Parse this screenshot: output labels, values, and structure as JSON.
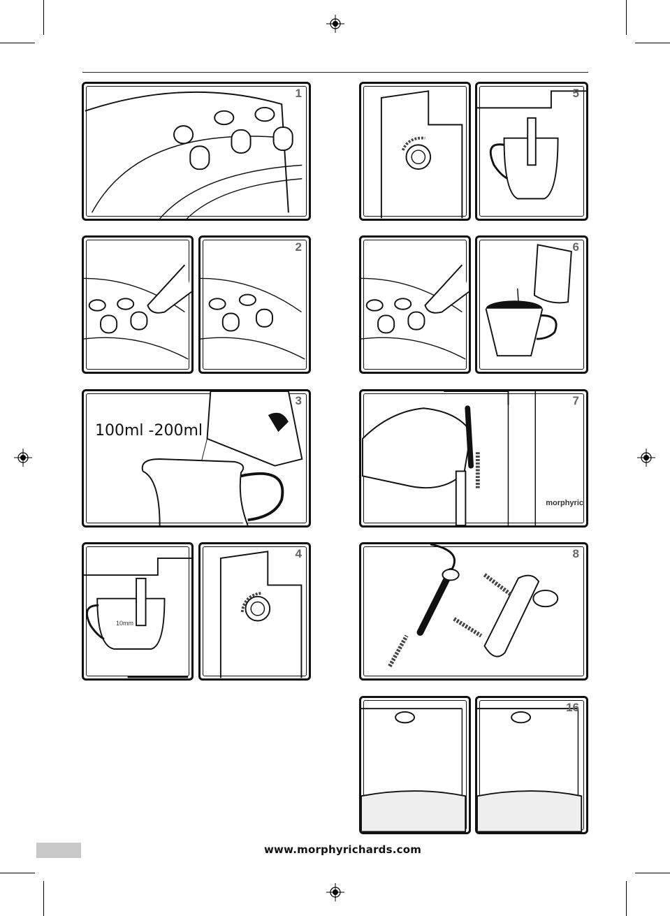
{
  "panels": {
    "p1": "1",
    "p2": "2",
    "p3": "3",
    "p4": "4",
    "p5": "5",
    "p6": "6",
    "p7": "7",
    "p8": "8",
    "p16": "16"
  },
  "labels": {
    "volume": "100ml -200ml",
    "depth": "10mm",
    "brand_partial": "morphyric"
  },
  "footer": {
    "url": "www.morphyrichards.com"
  },
  "colors": {
    "number": "#666666",
    "footer_box": "#c8c8c8"
  }
}
